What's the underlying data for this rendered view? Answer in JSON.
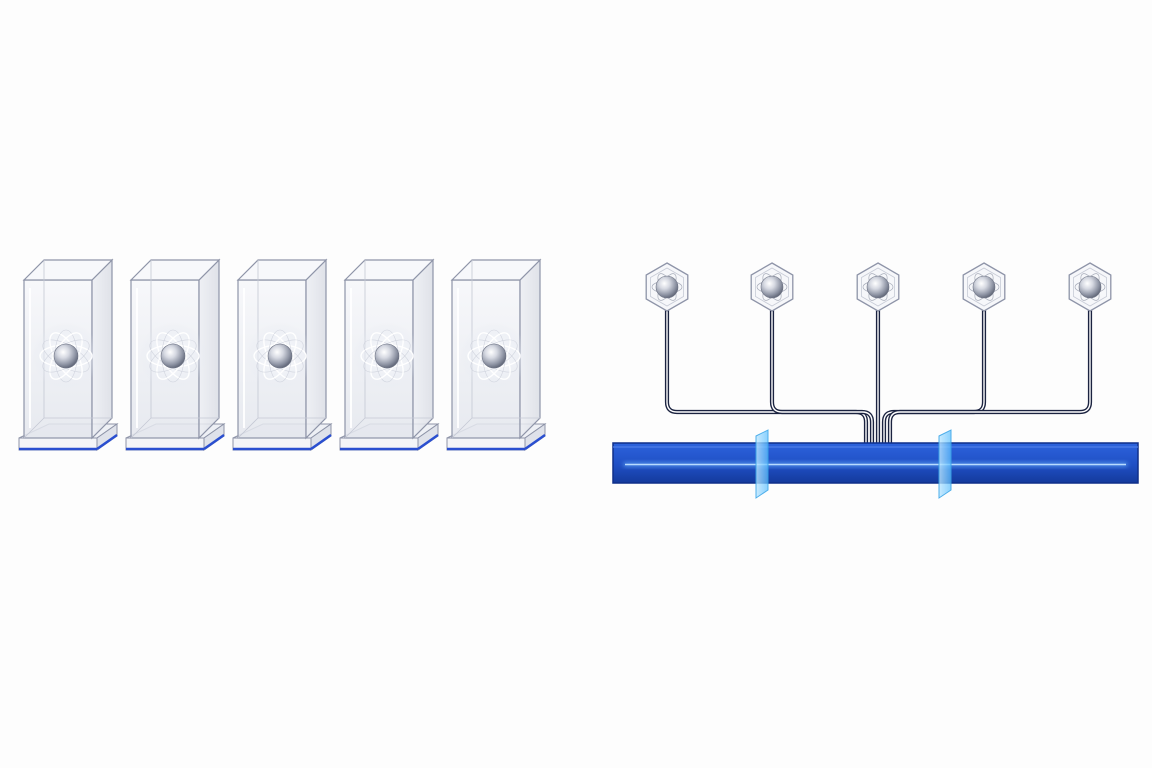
{
  "diagram": {
    "left_group": {
      "items": [
        {
          "id": "qubit-chamber-1"
        },
        {
          "id": "qubit-chamber-2"
        },
        {
          "id": "qubit-chamber-3"
        },
        {
          "id": "qubit-chamber-4"
        },
        {
          "id": "qubit-chamber-5"
        }
      ]
    },
    "right_group": {
      "nodes": [
        {
          "id": "qubit-node-1"
        },
        {
          "id": "qubit-node-2"
        },
        {
          "id": "qubit-node-3"
        },
        {
          "id": "qubit-node-4"
        },
        {
          "id": "qubit-node-5"
        }
      ],
      "bus": {
        "id": "shared-bus",
        "gate_count": 2
      }
    },
    "colors": {
      "glass_stroke": "#8e94a8",
      "wire": "#1b2340",
      "bus_fill": "#1f4fc4",
      "bus_dark": "#0f2f8a",
      "bus_glow": "#6fb8ff",
      "gate": "#7fd0ff",
      "base_accent": "#2a4fd0"
    }
  }
}
